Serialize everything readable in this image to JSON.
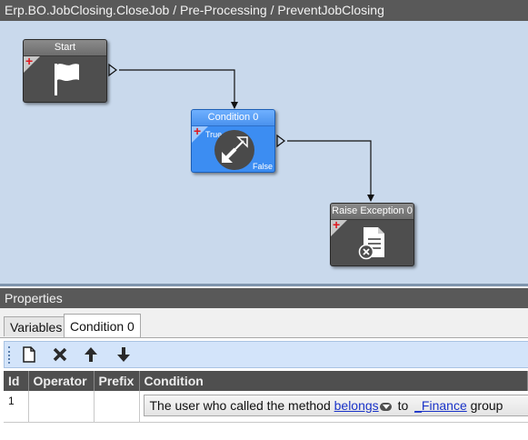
{
  "window": {
    "title": "Erp.BO.JobClosing.CloseJob / Pre-Processing / PreventJobClosing"
  },
  "workflow": {
    "nodes": {
      "start": {
        "label": "Start",
        "icon": "flag-icon"
      },
      "condition": {
        "label": "Condition 0",
        "icon": "diagonal-arrows-icon",
        "true_label": "True",
        "false_label": "False",
        "state": "selected"
      },
      "raise_exception": {
        "label": "Raise Exception 0",
        "icon": "document-error-icon"
      }
    }
  },
  "properties": {
    "title": "Properties",
    "tabs": [
      {
        "label": "Variables",
        "active": false
      },
      {
        "label": "Condition 0",
        "active": true
      }
    ],
    "toolbar": {
      "icons": [
        "new-document-icon",
        "delete-icon",
        "move-up-icon",
        "move-down-icon"
      ]
    },
    "grid": {
      "columns": [
        "Id",
        "Operator",
        "Prefix",
        "Condition"
      ],
      "rows": [
        {
          "id": "1",
          "operator": "",
          "prefix": "",
          "condition": {
            "prefix_text": "The user who called the method",
            "verb_link": "belongs",
            "middle_text": "to",
            "object_link": "_Finance",
            "suffix_text": "group"
          }
        }
      ]
    }
  },
  "colors": {
    "canvas": "#c9d9ec",
    "node": "#4e4e4e",
    "node_selected": "#3c8df2",
    "header_bar": "#595959",
    "toolbar": "#d3e4fa",
    "link": "#1a33c8",
    "plus": "#e0181e"
  }
}
